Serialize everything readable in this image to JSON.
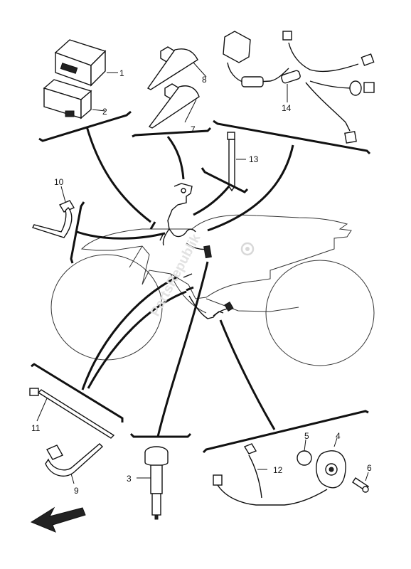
{
  "callouts": {
    "c1": "1",
    "c2": "2",
    "c3": "3",
    "c4": "4",
    "c5": "5",
    "c6": "6",
    "c7": "7",
    "c8": "8",
    "c9": "9",
    "c10": "10",
    "c11": "11",
    "c12": "12",
    "c13": "13",
    "c14": "14"
  },
  "watermark": "PartsRepublik",
  "direction_arrow": "front-arrow",
  "colors": {
    "line": "#111111",
    "watermark": "#e2e2e2"
  }
}
